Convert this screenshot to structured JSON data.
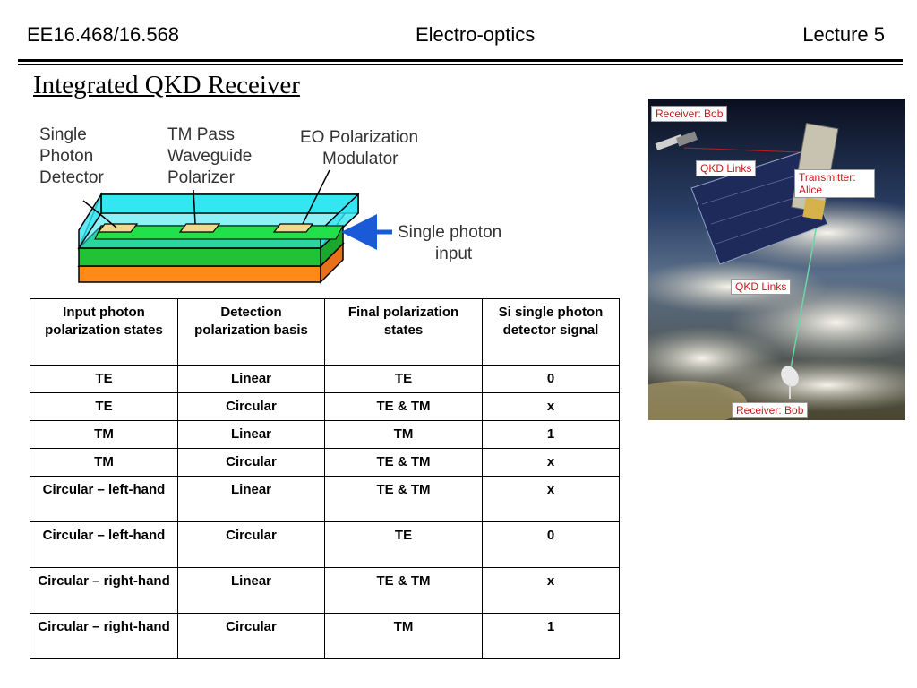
{
  "header": {
    "course": "EE16.468/16.568",
    "subject": "Electro-optics",
    "lecture": "Lecture 5"
  },
  "title": "Integrated QKD Receiver",
  "diagram": {
    "labels": {
      "detector": [
        "Single",
        "Photon",
        "Detector"
      ],
      "polarizer": [
        "TM Pass",
        "Waveguide",
        "Polarizer"
      ],
      "modulator": [
        "EO Polarization",
        "Modulator"
      ],
      "input": [
        "Single photon",
        "input"
      ]
    },
    "colors": {
      "top_layer": "#33e6f2",
      "middle_layer": "#22c236",
      "bottom_layer": "#ff8a1a",
      "pads": "#f0d98a",
      "arrow": "#1a5ad6"
    }
  },
  "table": {
    "headers": [
      "Input photon polarization states",
      "Detection polarization basis",
      "Final polarization states",
      "Si single photon detector signal"
    ],
    "rows": [
      [
        "TE",
        "Linear",
        "TE",
        "0"
      ],
      [
        "TE",
        "Circular",
        "TE & TM",
        "x"
      ],
      [
        "TM",
        "Linear",
        "TM",
        "1"
      ],
      [
        "TM",
        "Circular",
        "TE & TM",
        "x"
      ],
      [
        "Circular – left-hand",
        "Linear",
        "TE & TM",
        "x"
      ],
      [
        "Circular – left-hand",
        "Circular",
        "TE",
        "0"
      ],
      [
        "Circular – right-hand",
        "Linear",
        "TE & TM",
        "x"
      ],
      [
        "Circular – right-hand",
        "Circular",
        "TM",
        "1"
      ]
    ]
  },
  "photo": {
    "labels": {
      "receiver_top": "Receiver: Bob",
      "qkd_links_top": "QKD Links",
      "transmitter": "Transmitter: Alice",
      "qkd_links_mid": "QKD Links",
      "receiver_bottom": "Receiver: Bob"
    },
    "label_color": "#c41a1a"
  }
}
